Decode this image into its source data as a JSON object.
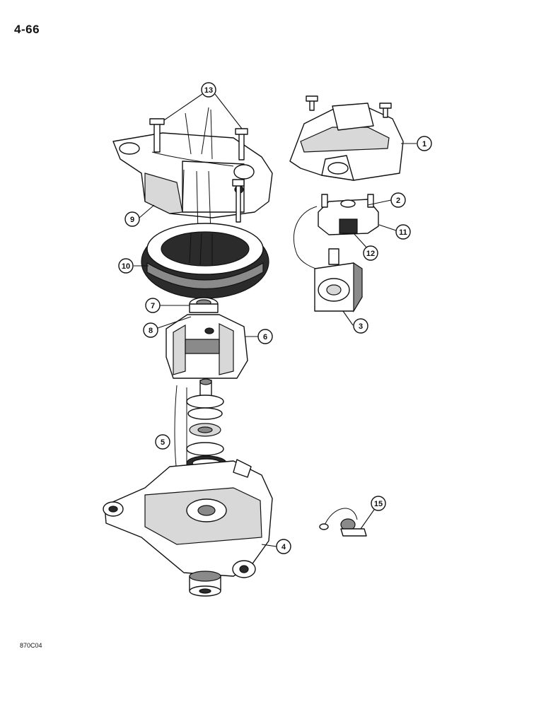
{
  "page": {
    "number": "4-66",
    "figure_code": "870C04"
  },
  "callouts": [
    {
      "id": "c13",
      "label": "13"
    },
    {
      "id": "c1",
      "label": "1"
    },
    {
      "id": "c2",
      "label": "2"
    },
    {
      "id": "c11",
      "label": "11"
    },
    {
      "id": "c12",
      "label": "12"
    },
    {
      "id": "c9",
      "label": "9"
    },
    {
      "id": "c10",
      "label": "10"
    },
    {
      "id": "c7",
      "label": "7"
    },
    {
      "id": "c8",
      "label": "8"
    },
    {
      "id": "c3",
      "label": "3"
    },
    {
      "id": "c6",
      "label": "6"
    },
    {
      "id": "c5",
      "label": "5"
    },
    {
      "id": "c15",
      "label": "15"
    },
    {
      "id": "c4",
      "label": "4"
    }
  ]
}
